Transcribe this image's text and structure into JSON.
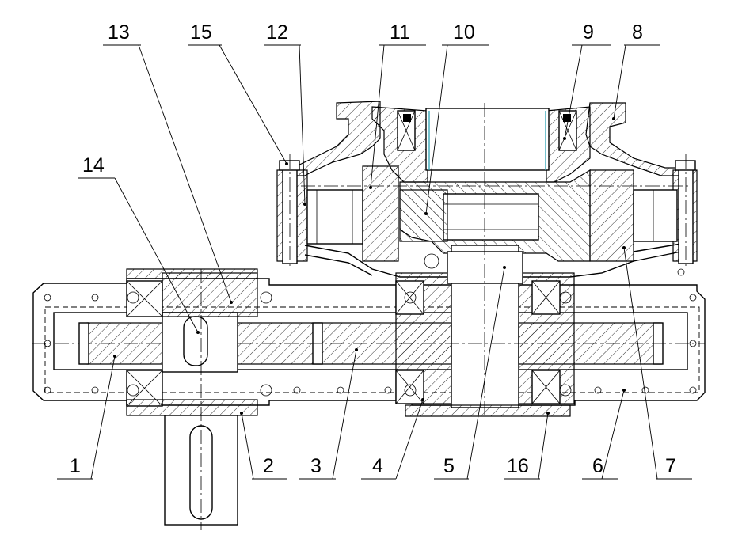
{
  "callouts": [
    {
      "id": "1",
      "label": "1"
    },
    {
      "id": "2",
      "label": "2"
    },
    {
      "id": "3",
      "label": "3"
    },
    {
      "id": "4",
      "label": "4"
    },
    {
      "id": "5",
      "label": "5"
    },
    {
      "id": "6",
      "label": "6"
    },
    {
      "id": "7",
      "label": "7"
    },
    {
      "id": "8",
      "label": "8"
    },
    {
      "id": "9",
      "label": "9"
    },
    {
      "id": "10",
      "label": "10"
    },
    {
      "id": "11",
      "label": "11"
    },
    {
      "id": "12",
      "label": "12"
    },
    {
      "id": "13",
      "label": "13"
    },
    {
      "id": "14",
      "label": "14"
    },
    {
      "id": "15",
      "label": "15"
    },
    {
      "id": "16",
      "label": "16"
    }
  ],
  "colors": {
    "line": "#000000",
    "accent": "#3aa7b8",
    "background": "#ffffff"
  }
}
